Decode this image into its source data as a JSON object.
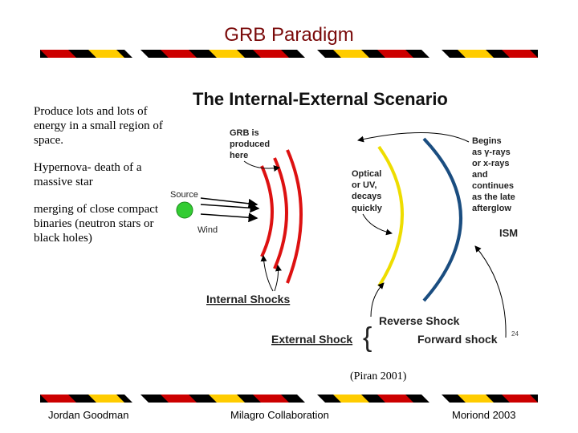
{
  "slide": {
    "title": "GRB Paradigm",
    "bullets": [
      "Produce lots and lots of energy in a small region of space.",
      "Hypernova- death of a massive star",
      "merging of close compact binaries (neutron stars or black holes)"
    ],
    "citation": "(Piran 2001)",
    "footer": {
      "left": "Jordan Goodman",
      "center": "Milagro Collaboration",
      "right": "Moriond 2003"
    }
  },
  "figure": {
    "heading": "The Internal-External Scenario",
    "labels": {
      "grb_produced": [
        "GRB is",
        "produced",
        "here"
      ],
      "source": "Source",
      "wind": "Wind",
      "optical": [
        "Optical",
        "or UV,",
        "decays",
        "quickly"
      ],
      "begins": [
        "Begins",
        "as γ-rays",
        "or x-rays",
        "and",
        "continues",
        "as the late",
        "afterglow"
      ],
      "ism": "ISM",
      "internal_shocks": "Internal Shocks",
      "reverse_shock": "Reverse Shock",
      "external_shock": "External Shock",
      "forward_shock": "Forward shock",
      "page_num": "24"
    }
  },
  "colors": {
    "title": "#7a0a0a",
    "source": "#33cc33",
    "internal_shell": "#dd1111",
    "reverse_shell": "#eedd00",
    "forward_shell": "#1a4d80"
  }
}
